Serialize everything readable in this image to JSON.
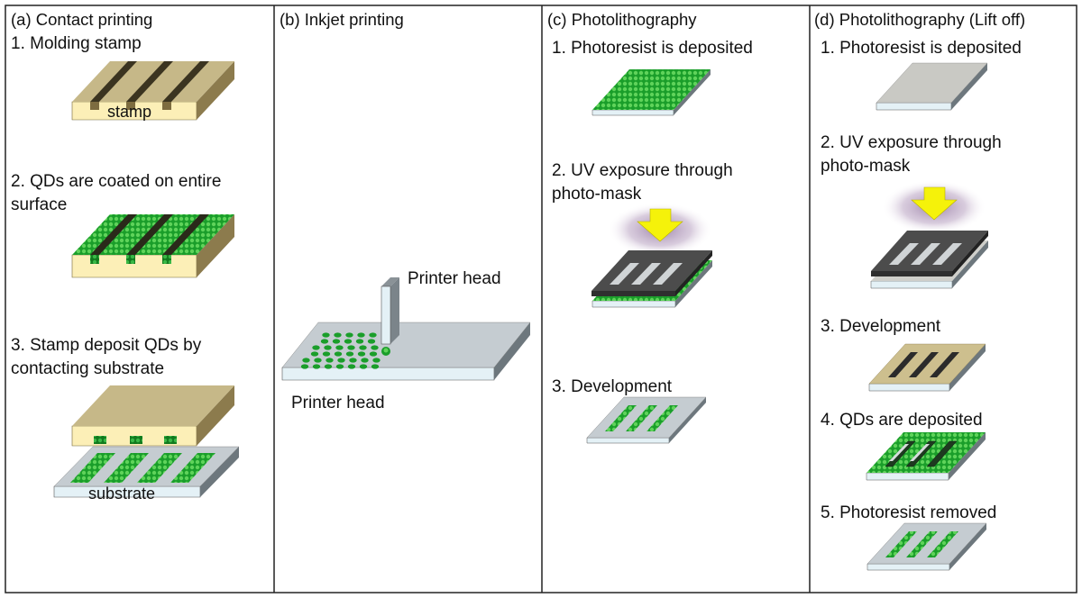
{
  "colors": {
    "stamp_top": "#c6b888",
    "stamp_front": "#fcefb7",
    "stamp_side": "#8c7b4d",
    "qd_green": "#1a9e2a",
    "qd_light": "#5fd35a",
    "substrate_top": "#c5ccd1",
    "substrate_front": "#e4f1f6",
    "mask": "#4c4c4c",
    "uv_arrow": "#f5f20a",
    "uv_glow": "#9a7fa6",
    "border": "#222222"
  },
  "panels": [
    {
      "title": "(a) Contact printing",
      "steps": [
        "1. Molding stamp",
        "2. QDs are coated on entire",
        "surface",
        "3. Stamp deposit QDs by",
        "contacting substrate"
      ],
      "labels": [
        "stamp",
        "substrate"
      ]
    },
    {
      "title": "(b) Inkjet printing",
      "labels": [
        "Printer head",
        "Printer head"
      ]
    },
    {
      "title": "(c) Photolithography",
      "steps": [
        "1. Photoresist is deposited",
        "2. UV exposure through",
        "photo-mask",
        "3. Development"
      ]
    },
    {
      "title": "(d) Photolithography (Lift off)",
      "steps": [
        "1. Photoresist is deposited",
        "2. UV exposure through",
        "photo-mask",
        "3. Development",
        "4. QDs are deposited",
        "5. Photoresist removed"
      ]
    }
  ]
}
